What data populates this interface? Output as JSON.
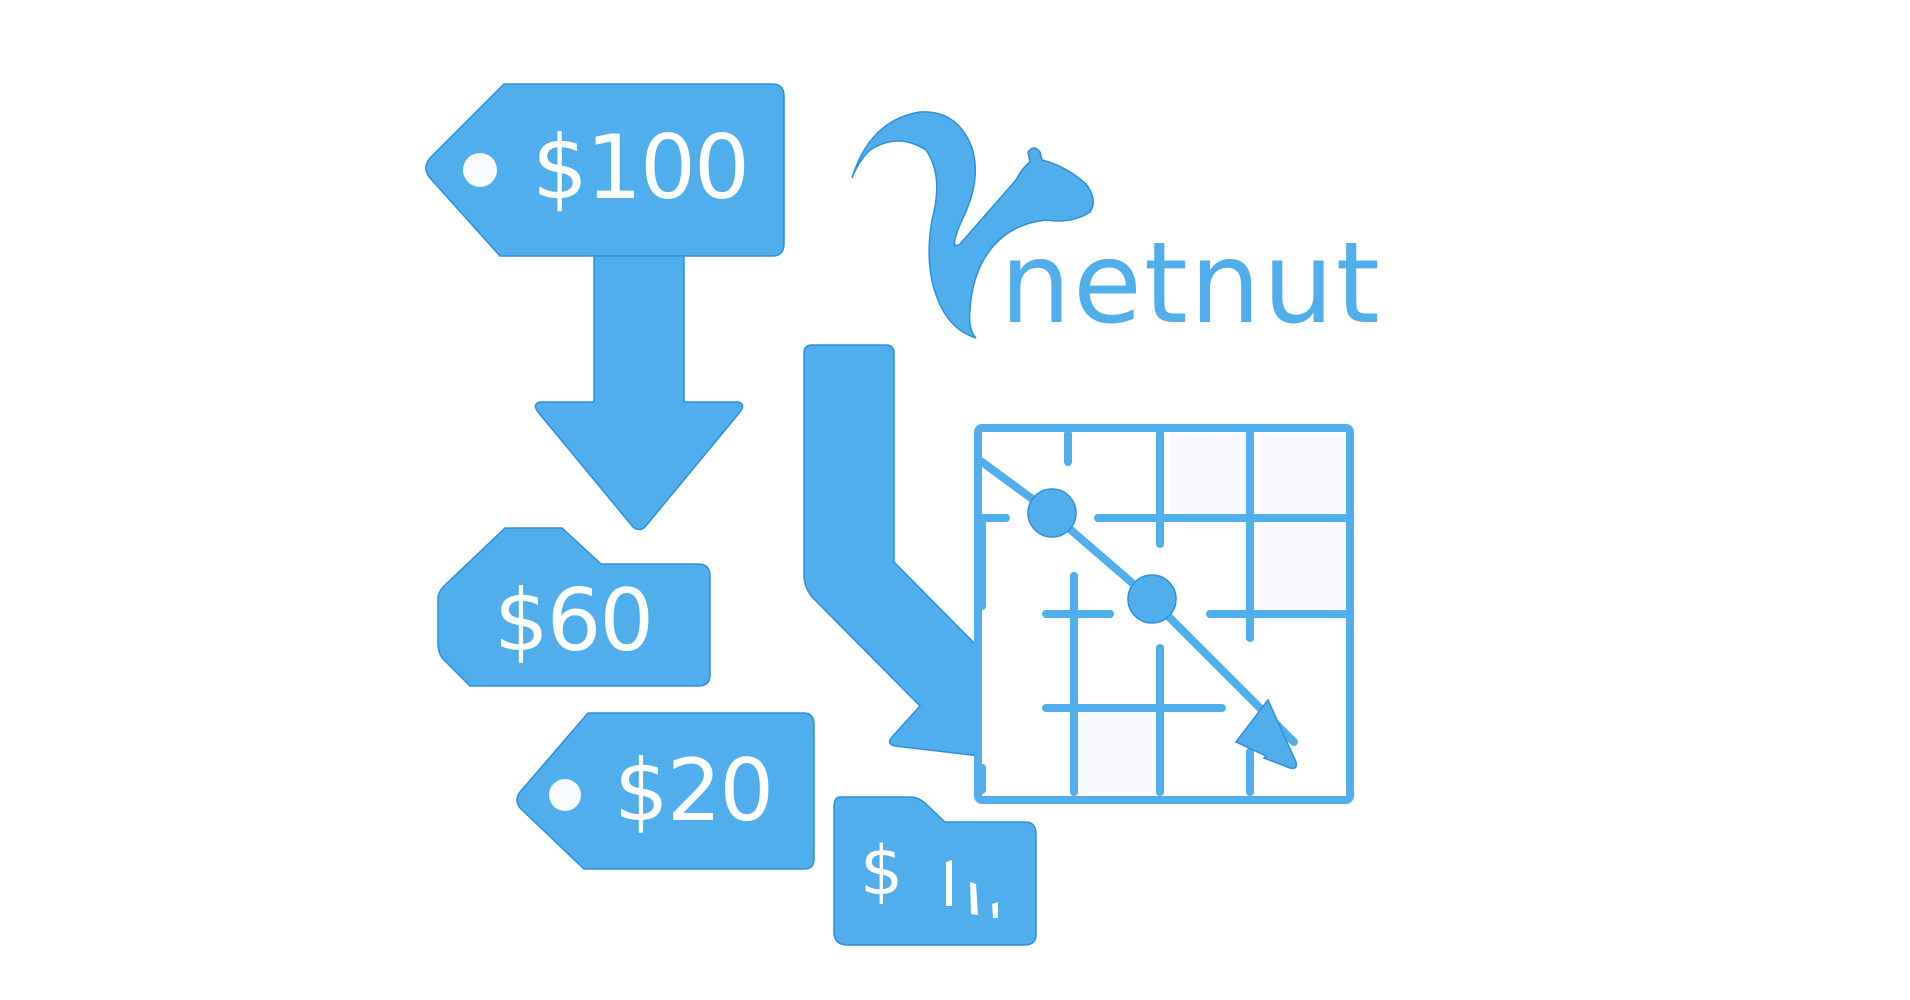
{
  "brand": {
    "name": "netnut",
    "accent_color": "#4FAEEB",
    "outline_color": "#2F8FDB",
    "background_color": "#FFFFFF",
    "icon": "squirrel-logo-icon"
  },
  "price_tags": [
    {
      "label": "$100",
      "icon": "price-tag-icon"
    },
    {
      "label": "$60",
      "icon": "price-tag-icon"
    },
    {
      "label": "$20",
      "icon": "price-tag-icon"
    }
  ],
  "folder_tag": {
    "label": "$",
    "icon": "folder-bar-chart-icon"
  },
  "chart_graphic": {
    "icon": "declining-trend-grid-icon"
  },
  "arrows": [
    {
      "icon": "arrow-down-icon"
    },
    {
      "icon": "bent-arrow-down-right-icon"
    }
  ]
}
